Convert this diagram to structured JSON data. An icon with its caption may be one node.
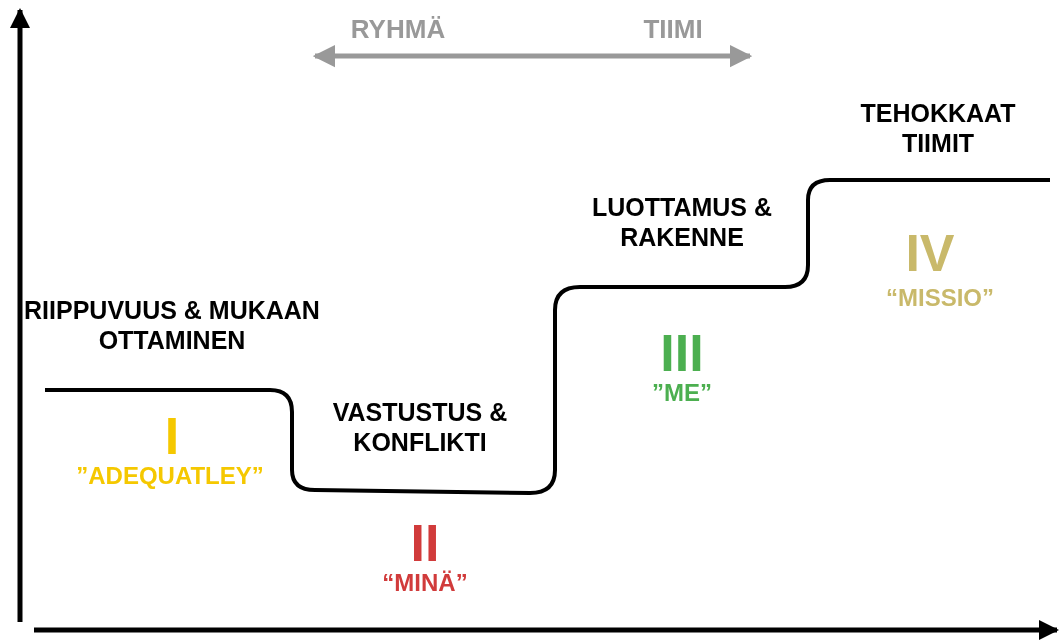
{
  "diagram": {
    "labels": [
      "RYHMÄ",
      "TIIMI",
      "TEHOKKAAT TIIMIT",
      "LUOTTAMUS & RAKENNE",
      "IV",
      "“MISSIO”",
      "RIIPPUVUUS & MUKAAN OTTAMINEN",
      "III",
      "”ME”",
      "VASTUSTUS & KONFLIKTI",
      "I",
      "”ADEQUATLEY”",
      "II",
      "“MINÄ”"
    ]
  }
}
